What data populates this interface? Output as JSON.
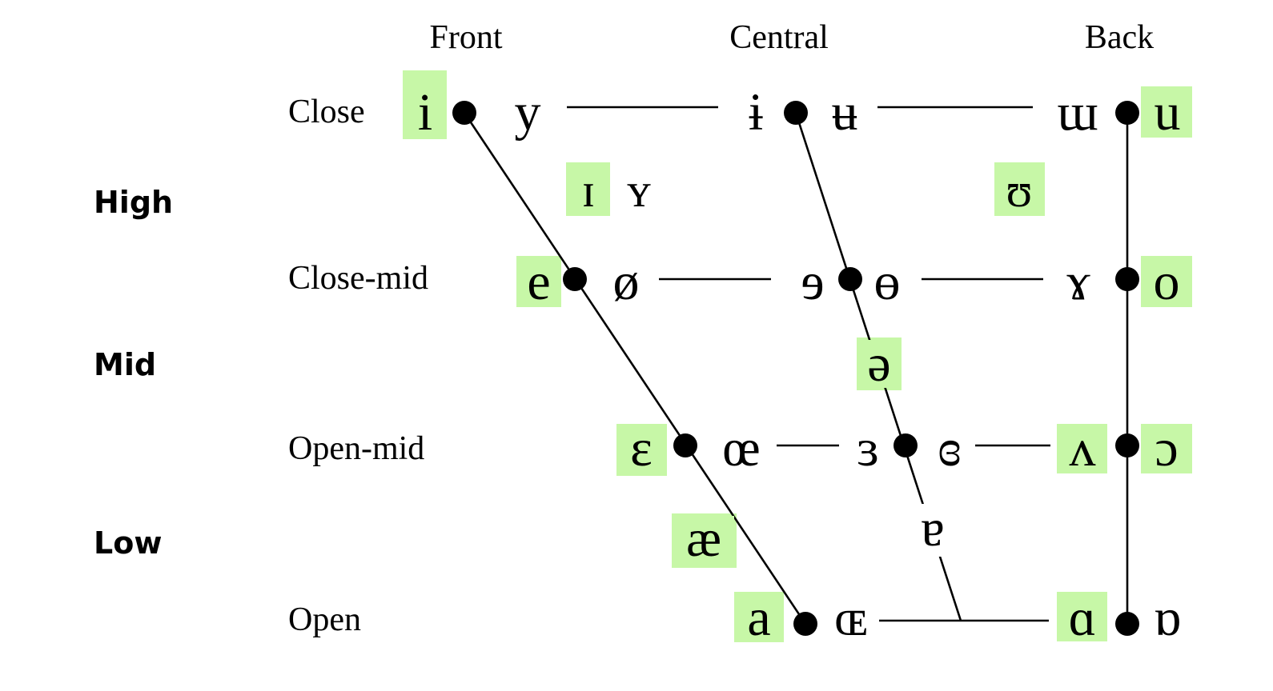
{
  "column_headers": [
    "Front",
    "Central",
    "Back"
  ],
  "row_headers": [
    "Close",
    "Close-mid",
    "Open-mid",
    "Open"
  ],
  "height_labels": [
    "High",
    "Mid",
    "Low"
  ],
  "highlight_color": "#c7f7a7",
  "vowels": {
    "close_front_unrounded": "i",
    "close_front_rounded": "y",
    "close_central_unrounded": "ɨ",
    "close_central_rounded": "ʉ",
    "close_back_unrounded": "ɯ",
    "close_back_rounded": "u",
    "near_close_front_unrounded": "ɪ",
    "near_close_front_rounded": "ʏ",
    "near_close_back_rounded": "ʊ",
    "close_mid_front_unrounded": "e",
    "close_mid_front_rounded": "ø",
    "close_mid_central_unrounded": "ɘ",
    "close_mid_central_rounded": "ɵ",
    "close_mid_back_unrounded": "ɤ",
    "close_mid_back_rounded": "o",
    "mid_central": "ə",
    "open_mid_front_unrounded": "ɛ",
    "open_mid_front_rounded": "œ",
    "open_mid_central_unrounded": "ɜ",
    "open_mid_central_rounded": "ɞ",
    "open_mid_back_unrounded": "ʌ",
    "open_mid_back_rounded": "ɔ",
    "near_open_front_unrounded": "æ",
    "near_open_central": "ɐ",
    "open_front_unrounded": "a",
    "open_front_rounded": "ɶ",
    "open_back_unrounded": "ɑ",
    "open_back_rounded": "ɒ"
  }
}
